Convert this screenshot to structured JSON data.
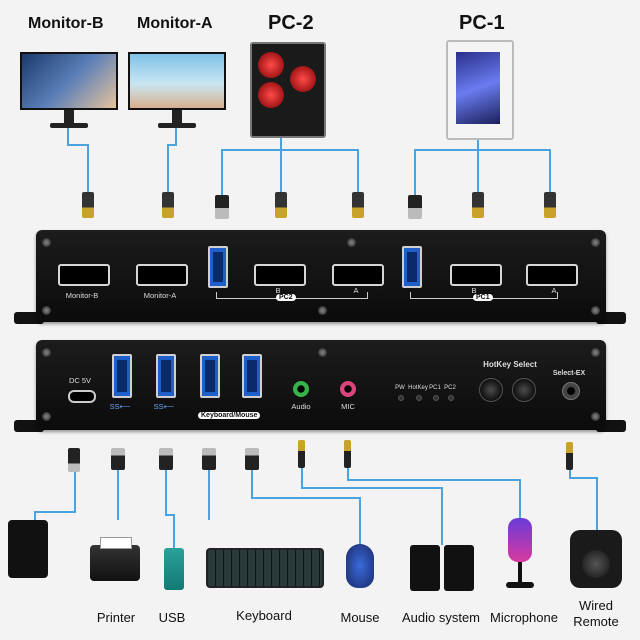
{
  "top_labels": {
    "monitor_b": "Monitor-B",
    "monitor_a": "Monitor-A",
    "pc_2": "PC-2",
    "pc_1": "PC-1"
  },
  "rear_panel": {
    "port_monitor_b": "Monitor-B",
    "port_monitor_a": "Monitor-A",
    "pc2_b": "B",
    "pc2_a": "A",
    "pc2_tag": "PC2",
    "pc1_b": "B",
    "pc1_a": "A",
    "pc1_tag": "PC1"
  },
  "front_panel": {
    "dc": "DC 5V",
    "usb_logo_1": "SS⟵",
    "usb_logo_2": "SS⟵",
    "kbm": "Keyboard/Mouse",
    "audio": "Audio",
    "mic": "MIC",
    "led_pw": "PW",
    "led_hotkey": "HotKey",
    "led_pc1": "PC1",
    "led_pc2": "PC2",
    "hotkey_select": "HotKey Select",
    "select_ex": "Select-EX"
  },
  "bottom_labels": {
    "printer": "Printer",
    "usb": "USB",
    "keyboard": "Keyboard",
    "mouse": "Mouse",
    "audio_system": "Audio system",
    "microphone": "Microphone",
    "wired_remote_1": "Wired",
    "wired_remote_2": "Remote"
  },
  "colors": {
    "cable": "#4aa3df",
    "box": "#111111",
    "usb_blue": "#1f5fc9",
    "audio_green": "#37b34a",
    "mic_pink": "#d9457a"
  }
}
